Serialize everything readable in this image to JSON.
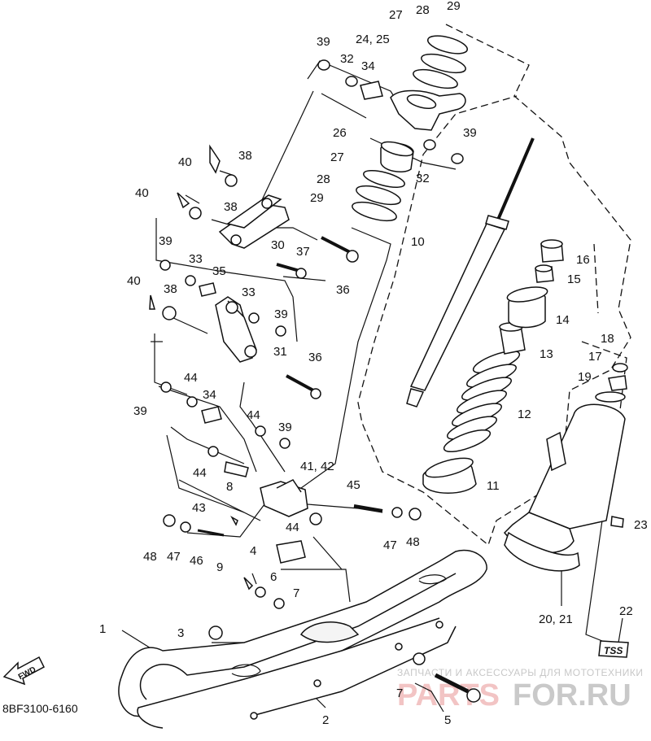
{
  "diagram": {
    "part_code": "8BF3100-6160",
    "fwd_label": "FWD",
    "watermark_line1": "ЗАПЧАСТИ И АКСЕССУАРЫ ДЛЯ МОТОТЕХНИКИ",
    "watermark_brand_red": "PARTS",
    "watermark_brand_gray": "FOR.RU",
    "badge_label": "TSS",
    "labels": {
      "l1": "1",
      "l2": "2",
      "l3": "3",
      "l4": "4",
      "l5": "5",
      "l6": "6",
      "l7a": "7",
      "l7b": "7",
      "l8": "8",
      "l9": "9",
      "l10": "10",
      "l11": "11",
      "l12": "12",
      "l13": "13",
      "l14": "14",
      "l15": "15",
      "l16": "16",
      "l17": "17",
      "l18": "18",
      "l19": "19",
      "l20_21": "20, 21",
      "l22": "22",
      "l23": "23",
      "l24_25": "24, 25",
      "l26": "26",
      "l27a": "27",
      "l27b": "27",
      "l28a": "28",
      "l28b": "28",
      "l29a": "29",
      "l29b": "29",
      "l30": "30",
      "l31": "31",
      "l32a": "32",
      "l32b": "32",
      "l33a": "33",
      "l33b": "33",
      "l34a": "34",
      "l34b": "34",
      "l35": "35",
      "l36a": "36",
      "l36b": "36",
      "l37": "37",
      "l38a": "38",
      "l38b": "38",
      "l38c": "38",
      "l39a": "39",
      "l39b": "39",
      "l39c": "39",
      "l39d": "39",
      "l39e": "39",
      "l39f": "39",
      "l40a": "40",
      "l40b": "40",
      "l40c": "40",
      "l41_42": "41, 42",
      "l43": "43",
      "l44a": "44",
      "l44b": "44",
      "l44c": "44",
      "l44d": "44",
      "l45": "45",
      "l46": "46",
      "l47a": "47",
      "l47b": "47",
      "l48a": "48",
      "l48b": "48"
    }
  }
}
